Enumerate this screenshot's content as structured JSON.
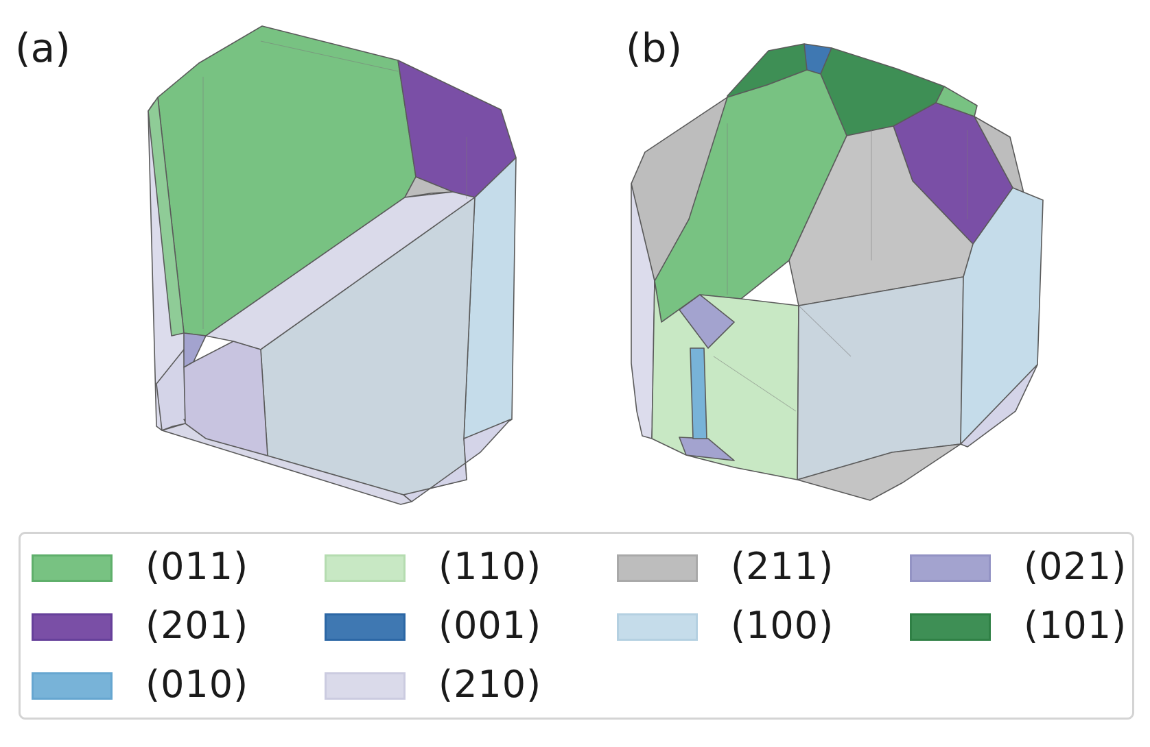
{
  "panels": {
    "a": "(a)",
    "b": "(b)"
  },
  "legend": [
    {
      "label": "(011)",
      "color": "#78c282",
      "border": "#5faf6b"
    },
    {
      "label": "(110)",
      "color": "#c8e8c4",
      "border": "#b5dcb0"
    },
    {
      "label": "(211)",
      "color": "#bdbdbd",
      "border": "#a9a9a9"
    },
    {
      "label": "(021)",
      "color": "#a3a3cf",
      "border": "#9393c4"
    },
    {
      "label": "(201)",
      "color": "#7a4fa6",
      "border": "#66409a"
    },
    {
      "label": "(001)",
      "color": "#3f78b2",
      "border": "#2c67a5"
    },
    {
      "label": "(100)",
      "color": "#c5dcea",
      "border": "#b4d0e1"
    },
    {
      "label": "(101)",
      "color": "#3e8f55",
      "border": "#2f8045"
    },
    {
      "label": "(010)",
      "color": "#78b3d8",
      "border": "#66a6d0"
    },
    {
      "label": "(210)",
      "color": "#dadaea",
      "border": "#cbcbe0"
    }
  ]
}
